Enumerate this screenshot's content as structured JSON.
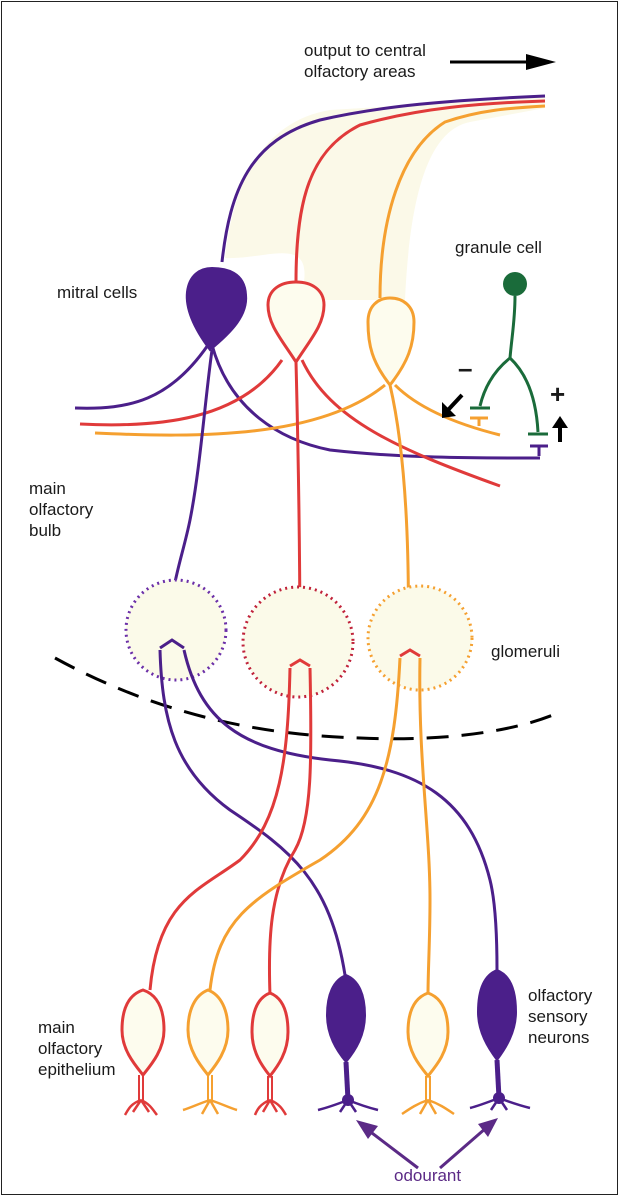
{
  "labels": {
    "output_line1": "output to central",
    "output_line2": "olfactory areas",
    "granule_cell": "granule cell",
    "mitral_cells": "mitral cells",
    "bulb_line1": "main",
    "bulb_line2": "olfactory",
    "bulb_line3": "bulb",
    "glomeruli": "glomeruli",
    "epi_line1": "main",
    "epi_line2": "olfactory",
    "epi_line3": "epithelium",
    "osn_line1": "olfactory",
    "osn_line2": "sensory",
    "osn_line3": "neurons",
    "odourant": "odourant",
    "minus": "–",
    "plus": "+"
  },
  "colors": {
    "purple": "#4b1f8a",
    "red": "#e03a3a",
    "orange": "#f5a030",
    "green": "#1a6b3a",
    "fill": "#fdfcee",
    "odourant": "#5b2a86"
  }
}
